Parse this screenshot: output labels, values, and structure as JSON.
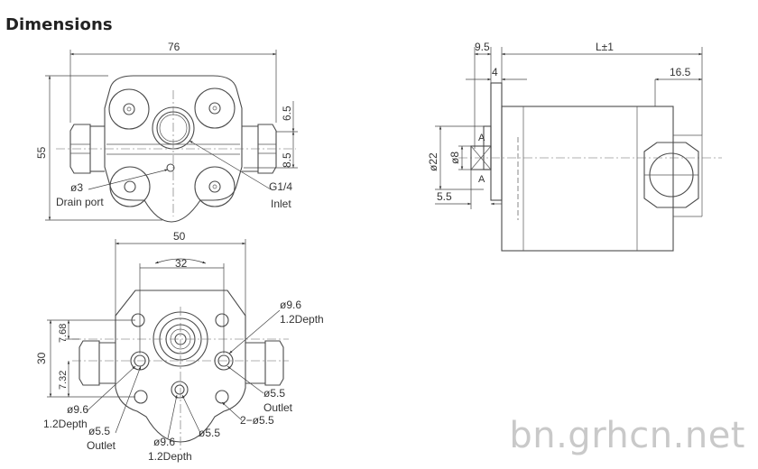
{
  "heading": "Dimensions",
  "front_view": {
    "width": "76",
    "height": "55",
    "offset_top": "6.5",
    "offset_bottom": "8.5",
    "drain_diameter": "ø3",
    "drain_label": "Drain port",
    "thread": "G1/4",
    "thread_label": "Inlet"
  },
  "side_view": {
    "dim_a": "9.5",
    "dim_length": "L±1",
    "dim_b": "4",
    "dim_c": "16.5",
    "dim_d": "ø22",
    "dim_e": "ø8",
    "dim_f": "5.5",
    "section_mark": "A"
  },
  "bottom_view": {
    "width": "50",
    "spacing": "32",
    "height": "30",
    "upper": "7.68",
    "lower": "7.32",
    "bore_top_right": "ø9.6",
    "depth_top_right": "1.2Depth",
    "bore_left": "ø9.6",
    "depth_left": "1.2Depth",
    "hole_left": "ø5.5",
    "outlet_left": "Outlet",
    "hole_right": "ø5.5",
    "outlet_right": "Outlet",
    "bore_bottom": "ø9.6",
    "depth_bottom": "1.2Depth",
    "hole_bottom": "ø5.5",
    "mount_holes": "2−ø5.5"
  },
  "watermark": "bn.grhcn.net"
}
